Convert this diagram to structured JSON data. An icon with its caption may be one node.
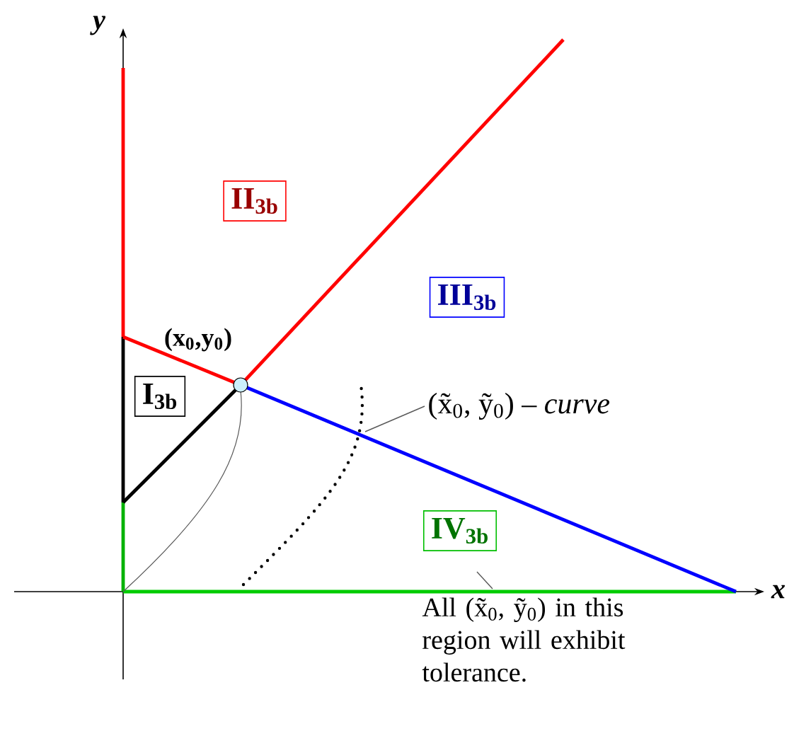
{
  "diagram": {
    "nodes": [
      {
        "text": [
          "I$_{3b}$"
        ]
      },
      {
        "text": [
          "II$_{3b}$"
        ]
      },
      {
        "text": [
          "III$_{3b}$"
        ]
      },
      {
        "text": [
          "IV$_{3b}$"
        ]
      },
      {
        "text": [],
        "shape": "circle",
        "beside": [
          "(x$_{0}$,y$_{0}$)"
        ]
      },
      {
        "text": [
          "(x̃$_{0}$, ỹ$_{0}$) – *curve*"
        ]
      },
      {
        "text": [
          "All (x̃$_{0}$, ỹ$_{0}$) in this region will exhibit tolerance."
        ]
      }
    ],
    "edges": [
      {
        "from": 5,
        "to": null,
        "arrow": "none"
      },
      {
        "from": 6,
        "to": null,
        "arrow": "none"
      }
    ],
    "labels": [
      "y",
      "x"
    ]
  }
}
